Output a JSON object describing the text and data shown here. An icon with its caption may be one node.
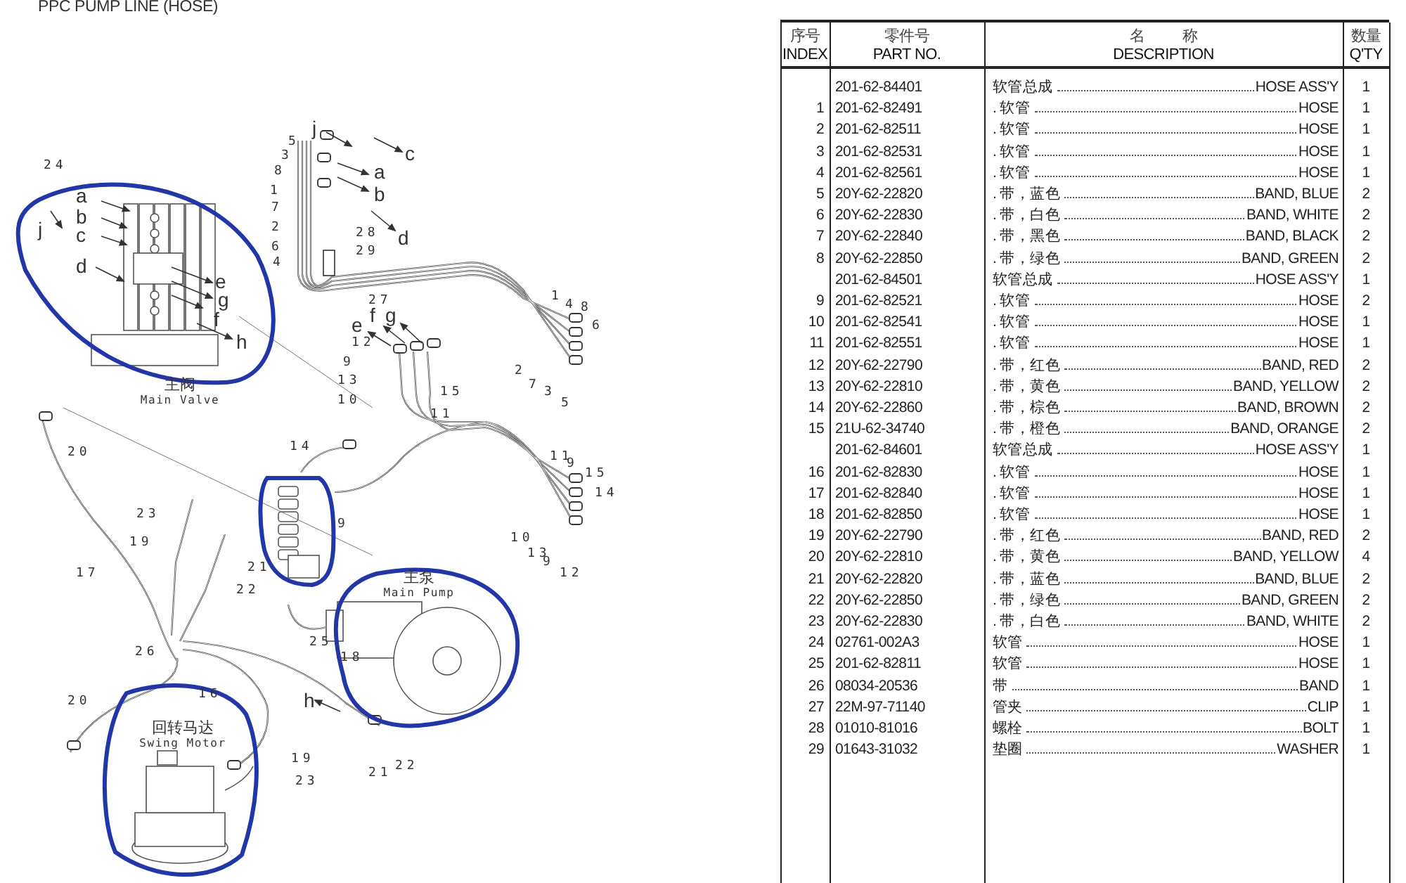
{
  "diagram": {
    "title": "PPC PUMP LINE (HOSE)",
    "nodes": [
      {
        "text": [
          "主阀",
          "Main Valve"
        ]
      },
      {
        "text": [],
        "shape": "box"
      },
      {
        "text": [
          "主泵",
          "Main Pump"
        ]
      },
      {
        "text": [
          "回转马达",
          "Swing Motor"
        ]
      }
    ],
    "labels": [
      "24",
      "a",
      "b",
      "c",
      "j",
      "d",
      "e",
      "g",
      "f",
      "h",
      "j",
      "c",
      "5",
      "3",
      "8",
      "1",
      "7",
      "2",
      "6",
      "4",
      "a",
      "b",
      "28",
      "29",
      "d",
      "27",
      "1",
      "4",
      "8",
      "6",
      "2",
      "7",
      "3",
      "5",
      "e",
      "f",
      "g",
      "12",
      "9",
      "13",
      "15",
      "10",
      "11",
      "11",
      "9",
      "15",
      "14",
      "10",
      "13",
      "9",
      "12",
      "14",
      "9",
      "20",
      "23",
      "19",
      "17",
      "21",
      "22",
      "25",
      "26",
      "16",
      "18",
      "20",
      "h",
      "19",
      "21",
      "22",
      "23",
      "序号",
      "零件号",
      "名 称",
      "数量",
      "INDEX",
      "PART NO.",
      "DESCRIPTION",
      "Q'TY",
      "201-62-84401",
      "软管总成",
      "HOSE ASS'Y",
      "1",
      "1",
      "201-62-82491",
      ". 软管",
      "HOSE",
      "1",
      "2",
      "201-62-82511",
      ". 软管",
      "HOSE",
      "1",
      "3",
      "201-62-82531",
      ". 软管",
      "HOSE",
      "1",
      "4",
      "201-62-82561",
      ". 软管",
      "HOSE",
      "1",
      "5",
      "20Y-62-22820",
      ". 带，蓝色",
      "BAND, BLUE",
      "2",
      "6",
      "20Y-62-22830",
      ". 带，白色",
      "BAND, WHITE",
      "2",
      "7",
      "20Y-62-22840",
      ". 带，黑色",
      "BAND, BLACK",
      "2",
      "8",
      "20Y-62-22850",
      ". 带，绿色",
      "BAND, GREEN",
      "2",
      "201-62-84501",
      "软管总成",
      "HOSE ASS'Y",
      "1",
      "9",
      "201-62-82521",
      ". 软管",
      "HOSE",
      "2",
      "10",
      "201-62-82541",
      ". 软管",
      "HOSE",
      "1",
      "11",
      "201-62-82551",
      ". 软管",
      "HOSE",
      "1",
      "12",
      "20Y-62-22790",
      ". 带，红色",
      "BAND, RED",
      "2",
      "13",
      "20Y-62-22810",
      ". 带，黄色",
      "BAND, YELLOW",
      "2",
      "14",
      "20Y-62-22860",
      ". 带，棕色",
      "BAND, BROWN",
      "2",
      "15",
      "21U-62-34740",
      ". 带，橙色",
      "BAND, ORANGE",
      "2",
      "201-62-84601",
      "软管总成",
      "HOSE ASS'Y",
      "1",
      "16",
      "201-62-82830",
      ". 软管",
      "HOSE",
      "1",
      "17",
      "201-62-82840",
      ". 软管",
      "HOSE",
      "1",
      "18",
      "201-62-82850",
      ". 软管",
      "HOSE",
      "1",
      "19",
      "20Y-62-22790",
      ". 带，红色",
      "BAND, RED",
      "2",
      "20",
      "20Y-62-22810",
      ". 带，黄色",
      "BAND, YELLOW",
      "4",
      "21",
      "20Y-62-22820",
      ". 带，蓝色",
      "BAND, BLUE",
      "2",
      "22",
      "20Y-62-22850",
      ". 带，绿色",
      "BAND, GREEN",
      "2",
      "23",
      "20Y-62-22830",
      ". 带，白色",
      "BAND, WHITE",
      "2",
      "24",
      "02761-002A3",
      "软管",
      "HOSE",
      "1",
      "25",
      "201-62-82811",
      "软管",
      "HOSE",
      "1",
      "26",
      "08034-20536",
      "带",
      "BAND",
      "1",
      "27",
      "22M-97-71140",
      "管夹",
      "CLIP",
      "1",
      "28",
      "01010-81016",
      "螺栓",
      "BOLT",
      "1",
      "29",
      "01643-31032",
      "垫圈",
      "WASHER",
      "1"
    ]
  }
}
